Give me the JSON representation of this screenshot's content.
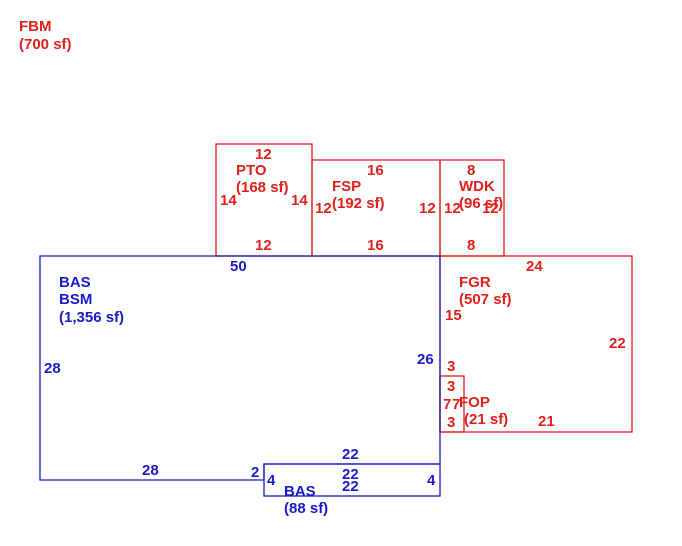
{
  "colors": {
    "red": "#e0201b",
    "blue": "#1a1ac8",
    "background": "#ffffff"
  },
  "fbm": {
    "code": "FBM",
    "area": "(700 sf)"
  },
  "pto": {
    "code": "PTO",
    "area": "(168 sf)",
    "top": "12",
    "bottom": "12",
    "left": "14",
    "right": "14"
  },
  "fsp": {
    "code": "FSP",
    "area": "(192 sf)",
    "top": "16",
    "bottom": "16",
    "left": "12",
    "right": "12"
  },
  "wdk": {
    "code": "WDK",
    "area": "(96 sf)",
    "top": "8",
    "bottom": "8",
    "left": "12",
    "right": "12"
  },
  "fgr": {
    "code": "FGR",
    "area": "(507 sf)",
    "top": "24",
    "left": "15",
    "right": "22",
    "bottom": "21"
  },
  "fop": {
    "code": "FOP",
    "area": "(21 sf)",
    "top": "3",
    "bottom": "3",
    "left": "7",
    "right": "7"
  },
  "bas_main": {
    "code1": "BAS",
    "code2": "BSM",
    "area": "(1,356 sf)",
    "top": "50",
    "left": "28",
    "right": "26",
    "right_small": "3",
    "bottom": "28",
    "notch": "2",
    "inner_bottom": "22"
  },
  "bas_small": {
    "code": "BAS",
    "area": "(88 sf)",
    "top": "22",
    "bottom": "22",
    "left": "4",
    "right": "4"
  }
}
